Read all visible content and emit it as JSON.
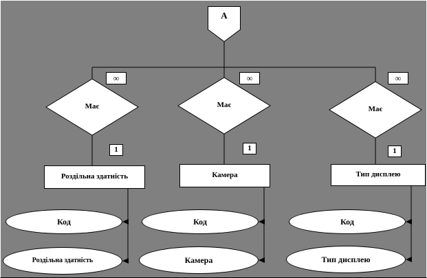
{
  "connector": {
    "label": "А"
  },
  "branches": [
    {
      "infinity": "∞",
      "one": "1",
      "relation": "Має",
      "entity": "Роздільна  здатність",
      "attributes": [
        "Код",
        "Роздільна здатність"
      ]
    },
    {
      "infinity": "∞",
      "one": "1",
      "relation": "Має",
      "entity": "Камера",
      "attributes": [
        "Код",
        "Камера"
      ]
    },
    {
      "infinity": "∞",
      "one": "1",
      "relation": "Має",
      "entity": "Тип дисплею",
      "attributes": [
        "Код",
        "Тип дисплею"
      ]
    }
  ],
  "colors": {
    "background": "#808080",
    "shape_fill": "#ffffff",
    "stroke": "#000000"
  }
}
